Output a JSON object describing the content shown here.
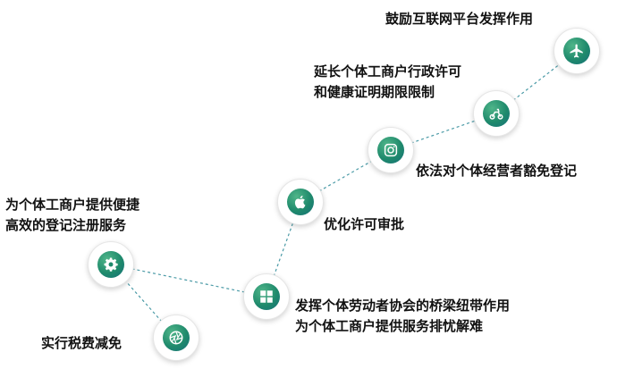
{
  "accent_colors": {
    "node_fill_light": "#4fb589",
    "node_fill_dark": "#156f78",
    "connector": "#4a9aa6"
  },
  "steps": [
    {
      "icon": "aperture-icon",
      "text_lines": [
        "实行税费减免"
      ]
    },
    {
      "icon": "gear-icon",
      "text_lines": [
        "为个体工商户提供便捷",
        "高效的登记注册服务"
      ]
    },
    {
      "icon": "windows-icon",
      "text_lines": [
        "发挥个体劳动者协会的桥梁纽带作用",
        "为个体工商户提供服务排忧解难"
      ]
    },
    {
      "icon": "apple-icon",
      "text_lines": [
        "优化许可审批"
      ]
    },
    {
      "icon": "instagram-icon",
      "text_lines": [
        "依法对个体经营者豁免登记"
      ]
    },
    {
      "icon": "scooter-icon",
      "text_lines": [
        "延长个体工商户行政许可",
        "和健康证明期限限制"
      ]
    },
    {
      "icon": "airplane-icon",
      "text_lines": [
        "鼓励互联网平台发挥作用"
      ]
    }
  ]
}
